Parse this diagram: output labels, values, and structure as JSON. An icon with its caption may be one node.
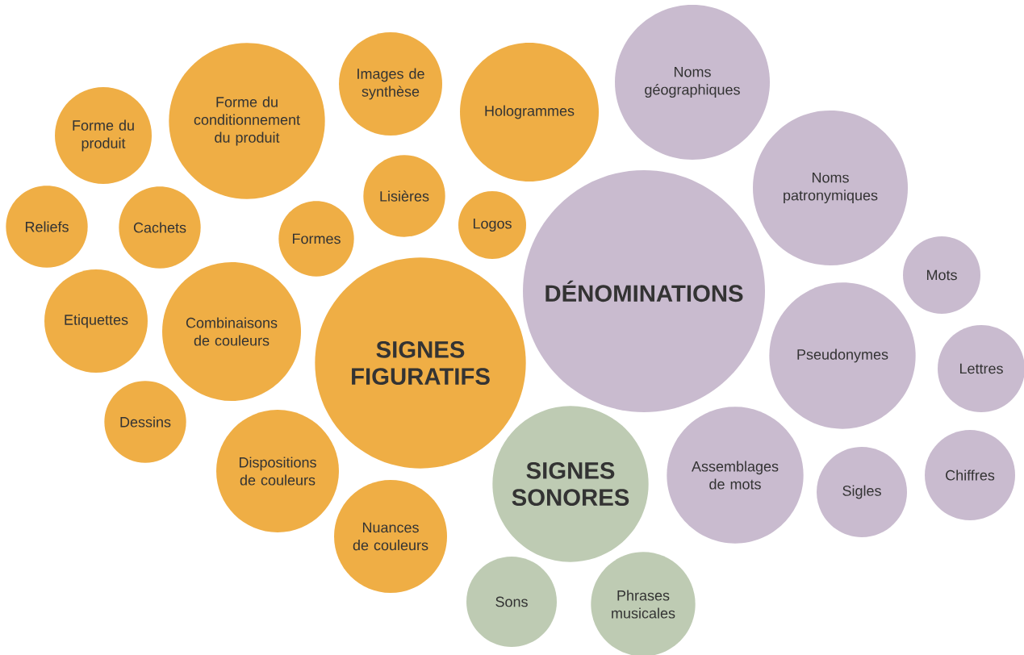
{
  "diagram": {
    "nodes": [
      {
        "text": [
          "Forme du produit"
        ]
      },
      {
        "text": [
          "Forme du conditionnement du produit"
        ]
      },
      {
        "text": [
          "Images de synthèse"
        ]
      },
      {
        "text": [
          "Hologrammes"
        ]
      },
      {
        "text": [
          "Noms géographiques"
        ]
      },
      {
        "text": [
          "Reliefs"
        ]
      },
      {
        "text": [
          "Cachets"
        ]
      },
      {
        "text": [
          "Formes"
        ]
      },
      {
        "text": [
          "Lisières"
        ]
      },
      {
        "text": [
          "Logos"
        ]
      },
      {
        "text": [
          "Noms patronymiques"
        ]
      },
      {
        "text": [
          "DÉNOMINATIONS"
        ]
      },
      {
        "text": [
          "Mots"
        ]
      },
      {
        "text": [
          "Etiquettes"
        ]
      },
      {
        "text": [
          "Combinaisons de couleurs"
        ]
      },
      {
        "text": [
          "SIGNES FIGURATIFS"
        ]
      },
      {
        "text": [
          "Pseudonymes"
        ]
      },
      {
        "text": [
          "Lettres"
        ]
      },
      {
        "text": [
          "Dessins"
        ]
      },
      {
        "text": [
          "Dispositions de couleurs"
        ]
      },
      {
        "text": [
          "SIGNES SONORES"
        ]
      },
      {
        "text": [
          "Assemblages de mots"
        ]
      },
      {
        "text": [
          "Sigles"
        ]
      },
      {
        "text": [
          "Chiffres"
        ]
      },
      {
        "text": [
          "Nuances de couleurs"
        ]
      },
      {
        "text": [
          "Sons"
        ]
      },
      {
        "text": [
          "Phrases musicales"
        ]
      }
    ]
  }
}
